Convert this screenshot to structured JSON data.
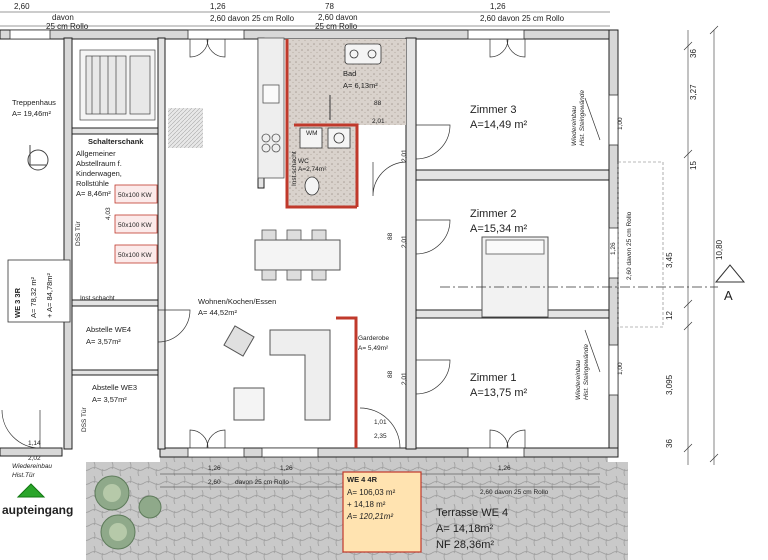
{
  "dims_top": {
    "a1": "2,60",
    "a2": "davon",
    "a3": "25 cm Rollo",
    "b1": "1,26",
    "b2": "2,60 davon 25 cm Rollo",
    "c1": "78",
    "c2": "2,60 davon",
    "c3": "25 cm Rollo",
    "d1": "1,26",
    "d2": "2,60 davon 25 cm Rollo"
  },
  "dims_right": {
    "r1": "36",
    "r1s": "5",
    "r2": "3,27",
    "r3": "15",
    "r4": "3,45",
    "r4s": "5",
    "r5": "12",
    "r5s": "5",
    "r6": "3,095",
    "r7": "36",
    "r7s": "5",
    "total": "10,80"
  },
  "rooms": {
    "zimmer3": {
      "name": "Zimmer 3",
      "area": "A=14,49 m²"
    },
    "zimmer2": {
      "name": "Zimmer 2",
      "area": "A=15,34 m²"
    },
    "zimmer1": {
      "name": "Zimmer 1",
      "area": "A=13,75 m²"
    },
    "bad": {
      "name": "Bad",
      "area": "A= 6,13m²"
    },
    "wc": {
      "name": "WC",
      "area": "A=2,74m²"
    },
    "wm": "WM",
    "wohnen": {
      "name": "Wohnen/Kochen/Essen",
      "area": "A= 44,52m²"
    },
    "garderobe": {
      "name": "Garderobe",
      "area": "A= 5,49m²"
    },
    "abstelle_we4": {
      "name": "Abstelle  WE4",
      "area": "A= 3,57m²"
    },
    "abstelle_we3": {
      "name": "Abstelle  WE3",
      "area": "A= 3,57m²"
    },
    "treppenhaus": {
      "name": "Treppenhaus",
      "area": "A= 19,46m²"
    },
    "schaltschrank": {
      "title": "Schalterschank",
      "l1": "Allgemeiner",
      "l2": "Abstellraum f.",
      "l3": "Kinderwagen,",
      "l4": "Rollstühle",
      "area": "A= 8,46m²"
    },
    "inst_schacht": "Inst.schacht",
    "inst_schacht2": "Inst.schacht"
  },
  "we3": {
    "line1": "WE 3   3R",
    "line2": "A= 78,32 m²",
    "line3": "+ A= 84,78m²"
  },
  "we4": {
    "title": "WE 4   4R",
    "l1": "A= 106,03 m²",
    "l2": "+     14,18 m²",
    "l3": "A= 120,21m²"
  },
  "terrasse": {
    "name": "Terrasse WE 4",
    "area": "A= 14,18m²",
    "nf": "NF 28,36m²"
  },
  "entrance": "aupteingang",
  "wiedereinbau_tuer": {
    "l1": "Wiedereinbau",
    "l2": "Hist.Tür"
  },
  "wiedereinbau_wand": {
    "l1": "Wiedereinbau",
    "l2": "Hist. Steingewände"
  },
  "section": "A",
  "dss_tuer": "DSS Tür",
  "box_labels": [
    "50x100 KW",
    "50x100 KW",
    "50x100 KW"
  ],
  "inner_dims": {
    "d88": "88",
    "d88s": "5",
    "d201": "2,01",
    "d101": "1,01",
    "d235": "2,35",
    "d100": "1,00",
    "d126": "1,26",
    "d260r": "2,60 davon 25 cm Rollo",
    "d114": "1,14",
    "d202": "2,02",
    "d403": "4,03",
    "b126a": "1,26",
    "b260a": "2,60",
    "b25a": "davon 25 cm Rollo",
    "b126b": "1,26",
    "b260b": "2,60 davon 25 cm Rollo"
  }
}
